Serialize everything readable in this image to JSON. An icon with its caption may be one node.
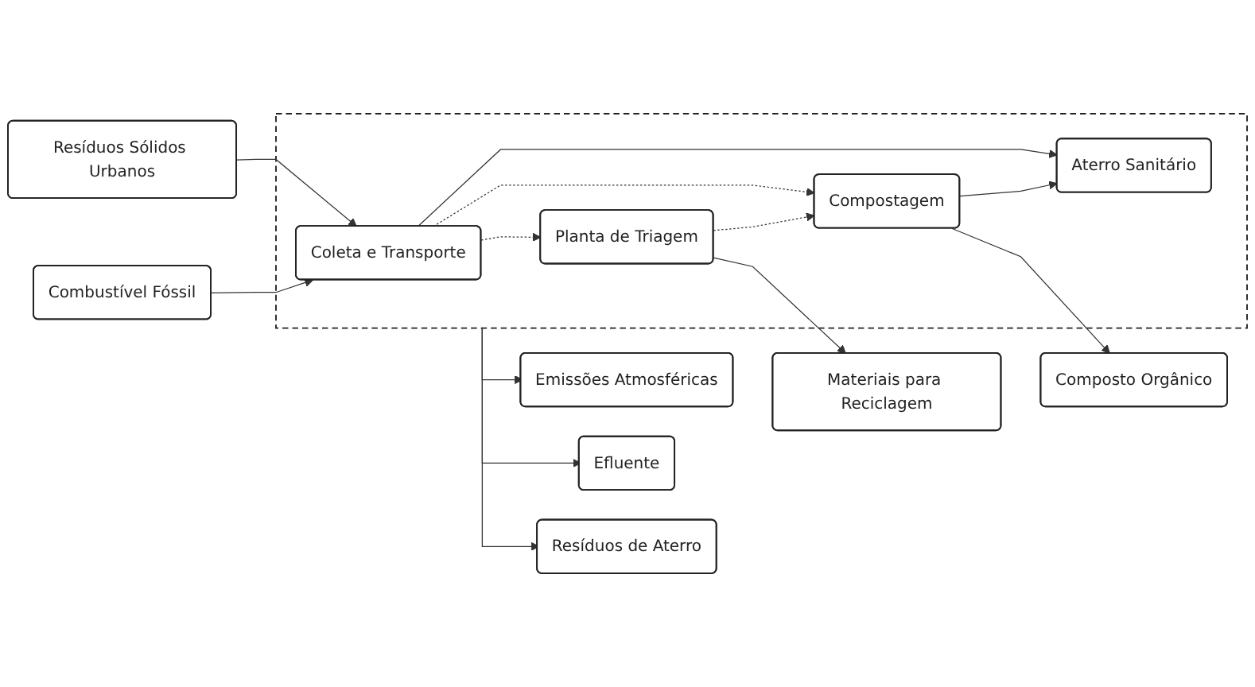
{
  "diagram": {
    "nodes": [
      {
        "text": [
          "Resíduos Sólidos Urbanos"
        ]
      },
      {
        "text": [
          "Combustível Fóssil"
        ]
      },
      {
        "text": [],
        "shape": "box"
      },
      {
        "text": [
          "Coleta e Transporte"
        ],
        "in": 2
      },
      {
        "text": [
          "Planta de Triagem"
        ],
        "in": 2
      },
      {
        "text": [
          "Compostagem"
        ],
        "in": 2
      },
      {
        "text": [
          "Aterro Sanitário"
        ],
        "in": 2
      },
      {
        "text": [
          "Emissões Atmosféricas"
        ]
      },
      {
        "text": [
          "Efluente"
        ]
      },
      {
        "text": [
          "Resíduos de Aterro"
        ]
      },
      {
        "text": [
          "Materiais para Reciclagem"
        ]
      },
      {
        "text": [
          "Composto Orgânico"
        ]
      }
    ],
    "edges": [
      {
        "from": 0,
        "to": 3,
        "arrow": "to"
      },
      {
        "from": 1,
        "to": 3,
        "arrow": "to"
      },
      {
        "from": 3,
        "to": 4,
        "arrow": "to",
        "style": "dashed"
      },
      {
        "from": 3,
        "to": 5,
        "arrow": "to",
        "style": "dashed"
      },
      {
        "from": 3,
        "to": 6,
        "arrow": "to"
      },
      {
        "from": 4,
        "to": 5,
        "arrow": "to",
        "style": "dashed"
      },
      {
        "from": 5,
        "to": 6,
        "arrow": "to"
      },
      {
        "from": 2,
        "to": 7,
        "arrow": "to"
      },
      {
        "from": 2,
        "to": 8,
        "arrow": "to"
      },
      {
        "from": 2,
        "to": 9,
        "arrow": "to"
      },
      {
        "from": 4,
        "to": 10,
        "arrow": "to"
      },
      {
        "from": 5,
        "to": 11,
        "arrow": "to"
      }
    ]
  }
}
